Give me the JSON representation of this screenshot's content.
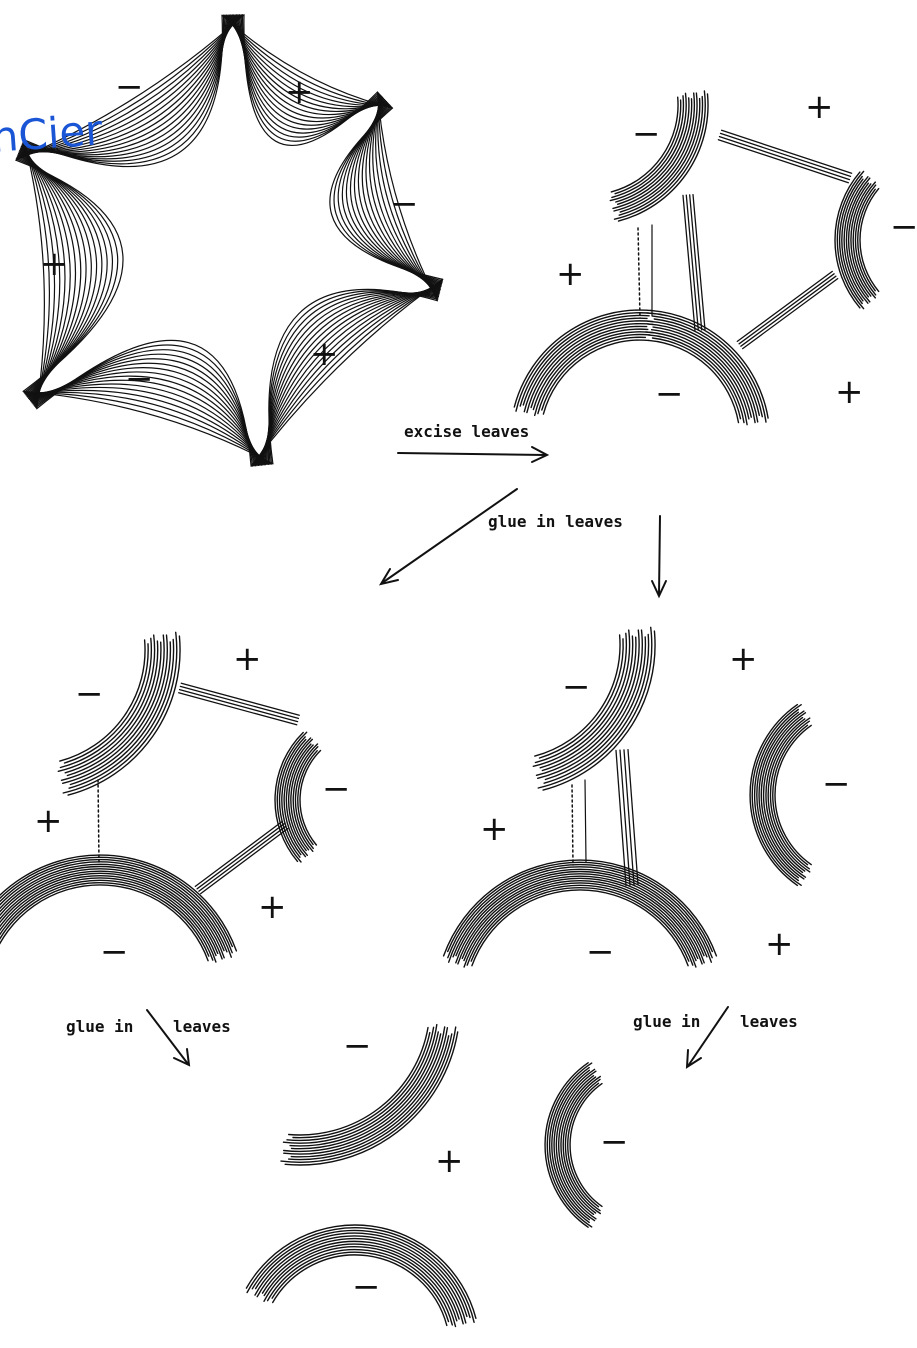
{
  "annotation": {
    "text": "nCier"
  },
  "arrows": {
    "excise": "excise leaves",
    "glue_middle": "glue in leaves",
    "glue_left_a": "glue in",
    "glue_left_b": "leaves",
    "glue_right_a": "glue in",
    "glue_right_b": "leaves"
  },
  "signs": {
    "star": [
      "−",
      "+",
      "+",
      "−",
      "−",
      "+"
    ],
    "top_right": [
      "−",
      "+",
      "−",
      "+",
      "−",
      "+"
    ],
    "mid_left": [
      "−",
      "+",
      "+",
      "−",
      "−",
      "+"
    ],
    "mid_right": [
      "−",
      "+",
      "+",
      "−",
      "−",
      "+"
    ],
    "bottom": [
      "−",
      "−",
      "+",
      "−"
    ]
  },
  "colors": {
    "ink": "#111111",
    "annotation": "#1a55d6"
  }
}
